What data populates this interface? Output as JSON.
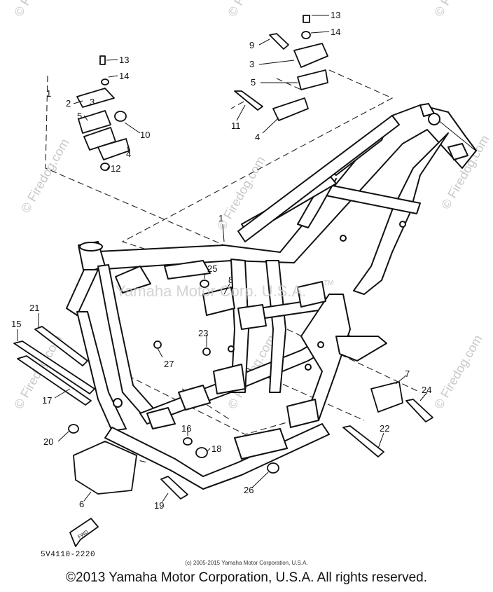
{
  "watermarks": {
    "site": "© Firedog.com",
    "center": "Yamaha Motor Corp. U.S.A.",
    "tm": "TM"
  },
  "callouts": [
    {
      "id": "c13a",
      "label": "13"
    },
    {
      "id": "c14a",
      "label": "14"
    },
    {
      "id": "c9",
      "label": "9"
    },
    {
      "id": "c3a",
      "label": "3"
    },
    {
      "id": "c5a",
      "label": "5"
    },
    {
      "id": "c11",
      "label": "11"
    },
    {
      "id": "c4a",
      "label": "4"
    },
    {
      "id": "c13b",
      "label": "13"
    },
    {
      "id": "c14b",
      "label": "14"
    },
    {
      "id": "c1a",
      "label": "1"
    },
    {
      "id": "c2",
      "label": "2"
    },
    {
      "id": "c3b",
      "label": "3"
    },
    {
      "id": "c5b",
      "label": "5"
    },
    {
      "id": "c10",
      "label": "10"
    },
    {
      "id": "c4b",
      "label": "4"
    },
    {
      "id": "c12",
      "label": "12"
    },
    {
      "id": "c1b",
      "label": "1"
    },
    {
      "id": "c25",
      "label": "25"
    },
    {
      "id": "c8",
      "label": "8"
    },
    {
      "id": "c23",
      "label": "23"
    },
    {
      "id": "c27",
      "label": "27"
    },
    {
      "id": "c21",
      "label": "21"
    },
    {
      "id": "c15",
      "label": "15"
    },
    {
      "id": "c17",
      "label": "17"
    },
    {
      "id": "c20",
      "label": "20"
    },
    {
      "id": "c6",
      "label": "6"
    },
    {
      "id": "c16",
      "label": "16"
    },
    {
      "id": "c18",
      "label": "18"
    },
    {
      "id": "c19",
      "label": "19"
    },
    {
      "id": "c26",
      "label": "26"
    },
    {
      "id": "c7",
      "label": "7"
    },
    {
      "id": "c24",
      "label": "24"
    },
    {
      "id": "c22",
      "label": "22"
    }
  ],
  "fwd_label": "FWD",
  "part_code": "5V4110-2220",
  "small_copyright": "(c) 2005-2015 Yamaha Motor Corporation, U.S.A.",
  "copyright": "©2013 Yamaha Motor Corporation, U.S.A. All rights reserved."
}
